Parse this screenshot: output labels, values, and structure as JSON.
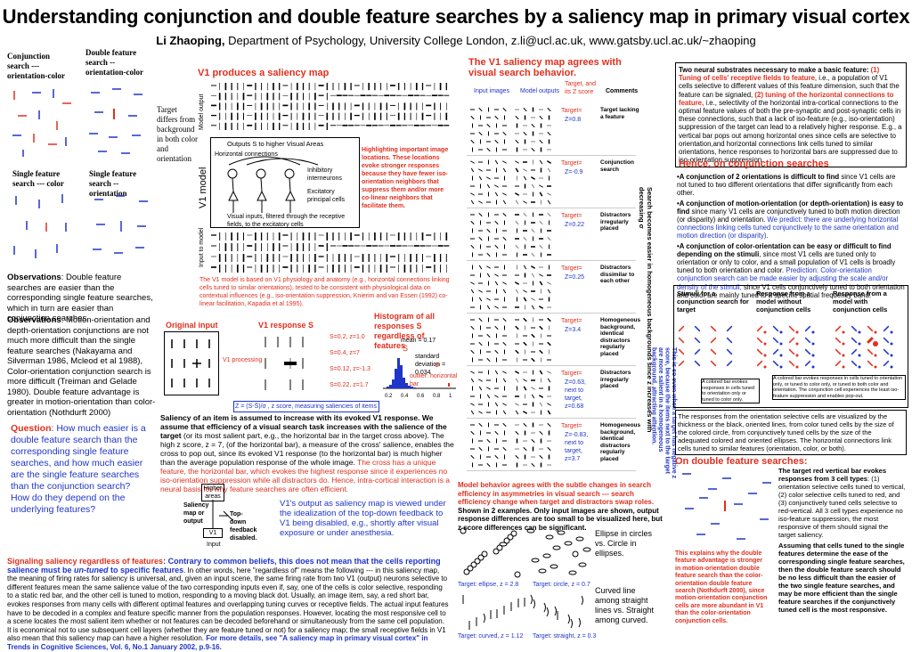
{
  "header": {
    "title": "Understanding conjunction and double feature searches  by a saliency map in primary visual cortex",
    "author_name": "Li Zhaoping,",
    "affiliation": "Department of Psychology, University College London, z.li@ucl.ac.uk, www.gatsby.ucl.ac.uk/~zhaoping"
  },
  "left": {
    "label_conj_color_orient": "Conjunction search --- orientation-color",
    "label_double_feature": "Double feature search -- orientation-color",
    "label_target_differs": "Target differs from background in both color and orientation",
    "label_single_color": "Single  feature search --- color",
    "label_single_orient": "Single  feature search -- orientation",
    "obs1_head": "Observations",
    "obs1_body": ": Double feature searches are easier than the corresponding single feature searches, which in turn are easier than conjunction searches.",
    "obs2_head": "Observations",
    "obs2_body": ": Motion-orientation and depth-orientation conjunctions are not much more difficult  than the single feature searches (Nakayama and Silverman 1986, Mcleod et al 1988), Color-orientation conjunction search is more difficult (Treiman and Gelade 1980).  Double feature advantage is greater in motion-orientation  than color-orientation (Nothdurft 2000)",
    "question_head": "Question",
    "question_body": ": How much easier is a double feature search than the corresponding single feature searches, and how much easier are the single feature searches than the conjunction search? How do they depend on the underlying features?"
  },
  "v1": {
    "heading": "V1 produces a saliency map",
    "model_output": "Model output",
    "v1_model": "V1 model",
    "input_to_model": "Input to model",
    "outputs_s": "Outputs S to higher Visual Areas",
    "horizontal_connections": "Horizontal connections",
    "inhibitory": "Inhibitory interneurons",
    "excitatory": "Excitatory principal cells",
    "visual_inputs": "Visual inputs, filtered through the receptive fields, to the excitatory cells",
    "highlighting_head": "Highlighting important image locations.",
    "highlighting_body": " These locations evoke stronger responses because they have fewer iso-orientation neighbors that suppress them and/or more co-linear neighbors that facilitate them.",
    "caption": "The V1 model is based on V1 physiology and anatomy (e.g., horizontal connections linking cells tuned to similar orientations), tested to be consistent with physiological data on contextual influences (e.g., iso-orientation suppression, Knierim and van Essen (1992) co-linear facilitation, Kapadia et al 1995)."
  },
  "response": {
    "original_input": "Original input",
    "v1_response": "V1 response S",
    "v1_processing": "V1 processing",
    "s_values": [
      "S=0.2, z=1.0",
      "S=0.4, z=7",
      "S=0.12, z=-1.3",
      "S=0.22, z=1.7"
    ],
    "histogram_title": "Histogram of all responses S regardless of features",
    "hist_mean": "mean = 0.17",
    "hist_std": "standard deviation = 0.034",
    "hist_outlier": "outlier: horizontal bar",
    "hist_s": "S",
    "hist_sigma": "σ",
    "hist_xticks": [
      "0.2",
      "0.4",
      "0.6",
      "0.8",
      "1"
    ],
    "zscore_formula": "Z = (S-S̄)/σ , z score, measuring saliencies of items",
    "saliency_head": "Saliency of an item is assumed to increase with its evoked V1 response. We assume that efficiency of a visual search task increases with the salience of the target",
    "saliency_body": " (or its most salient part, e.g., the horizontal bar in the target cross above). The high z score, z = 7, (of the horizontal bar), a measure of the cross' salience, enables the cross to pop out, since its evoked V1 response (to the horizontal bar) is much higher than the average population response of the whole image. ",
    "saliency_red": "The cross has a unique feature, the horizontal bar, which evokes the highest response since it experiences no iso-orientation suppression while all distractors do. Hence, intra-cortical interaction is a neural basis for why feature searches are often efficient."
  },
  "feedback": {
    "higher_areas": "Higher areas",
    "saliency_map": "Saliency map or output",
    "v1": "V1",
    "input": "Input",
    "topdown": "Top-down feedback disabled.",
    "text": "V1's output as saliency map is viewed under the idealization of the top-down feedback to V1 being disabled, e.g., shortly after visual exposure or under anesthesia."
  },
  "bottom": {
    "head": "Signaling saliency regardless of features",
    "head2": ": Contrary to common beliefs, this does not mean that the cells reporting salience must be ",
    "untuned": "un-tuned",
    "head3": " to specific features",
    "body": ". In other words, here \"regardless of\" means the following --- in this saliency map, the meaning of firing rates for saliency is universal, and, given an input scene, the same firing rate from two V1 (output) neurons selective to different features mean the same salience value of the two corresponding inputs even if, say, one of the cells is color selective, responding to a static red bar, and the other cell is tuned to motion, responding to a moving black dot. Usually, an image item, say, a red short bar, evokes responses from many cells with different optimal features and overlapping tuning curves or receptive fields. The actual input features have to be decoded in a complex and feature specific manner from the population responses. However, locating the most responsive cell to a scene locates the most salient item whether or not features can be decoded beforehand or simultaneously from the same cell population. It is economical not to use subsequent cell layers (whether they are feature tuned or not) for a saliency map; the small receptive fields in V1 also mean that this saliency map can have a higher resolution.",
    "more": "For more details, see \"A saliency map in primary visual cortex\" in Trends in Cognitive Sciences, Vol. 6, No.1 January 2002, p.9-16."
  },
  "agrees": {
    "heading": "The V1 saliency map agrees with visual search behavior.",
    "input_images": "Input images",
    "model_outputs": "Model outputs",
    "target_z_head": "Target, and its Z score",
    "comments": "Comments",
    "rows": [
      {
        "z": "Z=0.8",
        "comment": "Target lacking a feature"
      },
      {
        "z": "Z=-0.9",
        "comment": "Conjunction search"
      },
      {
        "z": "Z=0.22",
        "comment": "Distractors irregularly placed"
      },
      {
        "z": "Z=0.25",
        "comment": "Distractors dissimilar to each other"
      },
      {
        "z": "Z=3.4",
        "comment": "Homogeneous background, identical distractors regularly placed"
      },
      {
        "z": "Z=0.63, next to target, z=0.68",
        "comment": "Distractors irregularly placed"
      },
      {
        "z": "Z=-0.83, next to target, z=3.7",
        "comment": "Homogeneous background, identical distractors regularly placed"
      }
    ],
    "target_label": "Target=",
    "vertical1": "Search becomes easier in homogeneous backgrounds since z increases with decreasing σ",
    "vertical2": "This is so even when a target has negative z score, because the items next to the target are more salient in a homogeneous background, attracting attention.",
    "model_behavior": "Model behavior agrees with the subtle changes in search efficiency in asymmetries in visual search --- search efficiency change when target and distractors swap roles.",
    "model_behavior2": " Shown in 2 examples. Only input images are shown, output response differences are too small to be visualized here, but z score differences can be significant.",
    "ellipse_comment": "Ellipse in circles vs. Circle in ellipses.",
    "curved_comment": "Curved line among straight lines vs. Straight among curved.",
    "t_ellipse": "Target: ellipse, z = 2.8",
    "t_circle": "Target: circle, z = 0.7",
    "t_curved": "Target: curved, z = 1.12",
    "t_straight": "Target: straight, z = 0.3"
  },
  "right": {
    "substrates_head": "Two neural substrates necessary to make a basic feature: ",
    "substrates_red1": "(1) Tuning of cells' receptive fields to feature",
    "substrates_body1": ", i.e., a population of V1 cells selective to different values of this feature dimension, such that the feature can be signaled, ",
    "substrates_red2": "(2) tuning of the horizontal connections to feature,",
    "substrates_body2": "  i.e., selectivity of the horizontal intra-cortical connections to the optimal feature values of both the pre-synaptic and post-synaptic cells in these connections, such that a lack of iso-feature (e.g., iso-orientation) suppression of the target can lead to a relatively higher response.  E.g., a vertical bar pops out among horizontal ones since cells are selective to orientation,and horizontal connections link cells tuned to similar orientations, hence responses to horizontal bars are suppressed due to iso-orientation suppression.",
    "hence_heading": "Hence, on conjunction searches",
    "bullets": [
      {
        "bold": "•A conjunction of 2 orientations is difficult to find",
        "body": " since V1 cells are not tuned to two different orientations that differ significantly from each other.",
        "pred": ""
      },
      {
        "bold": "•A conjunction of motion-orientation (or depth-orientation) is easy to find",
        "body": " since many V1 cells are conjunctively tuned to both motion direction (or disparity) and orientation. ",
        "pred": "We predict: there are underlying horizontal connections linking cells tuned conjunctively to the same orientation and motion direction (or disparity)."
      },
      {
        "bold": "•A conjunction of color-orientation can be easy or difficult to find depending on the stimuli",
        "body": ", since most V1 cells are tuned only to orientation or only to color, and a small population of V1 cells is broadly  tuned to both orientation and color. ",
        "pred": "Prediction: Color-orientation conjunction search can be made easier by adjusting the scale and/or density of the stimuli,",
        "tail": " since V1 cells conjunctively tuned to both orientation and color are mainly tuned to a specific spatial frequency band."
      }
    ],
    "stim_head": "Stimuli for a conjunction search for target",
    "resp1_head": "Response from a model without conjunction cells",
    "resp2_head": "Response from a model with conjunction cells",
    "legend1": "A colored bar evokes responses in cells tuned to orientation only or tuned to color only.",
    "legend2": "A colored bar evokes responses in cells tuned to orientation only, or tuned to color only, or tuned to both color and orientation. The conjunction cell experiences the least iso-feature suppression and enables pop-out.",
    "responses_text": "The responses from the orientation selective cells are visualized by the thickness or the black, oriented lines, from color tuned cells by the size of the colored circle, from conjunctively tuned cells by the size of the adequated colored and oriented ellipses. The horizontal connections link cells tuned to similar features (orientation, color, or both).",
    "double_heading": "On double feature searches:",
    "double_p1_head": "The target red vertical bar evokes responses from 3 cell types",
    "double_p1_body": ": (1) orientation selective cells tuned to vertical, (2) color selective cells tuned to red, and (3) conjunctively tuned cells selective to red-vertical. All 3 cell types experience no iso-feature suppression, the most responsive of them should signal the target saliency.",
    "double_p2": "Assuming that  cells tuned to the single features determine the ease of the corresponding single feature searches, then the double feature search should be no less difficult than the easier of the two single feature searches, and may be more efficient than the single feature searches if the conjunctively tuned cell is the most responsive.",
    "double_red": "This explains why the double feature advantage is stronger in motion-orientation double feature search than the color-orientation double feature search (Nothdurft 2000), since motion-orientation conjunction cells are more abundant in V1 than the color-orientation conjunction cells."
  }
}
